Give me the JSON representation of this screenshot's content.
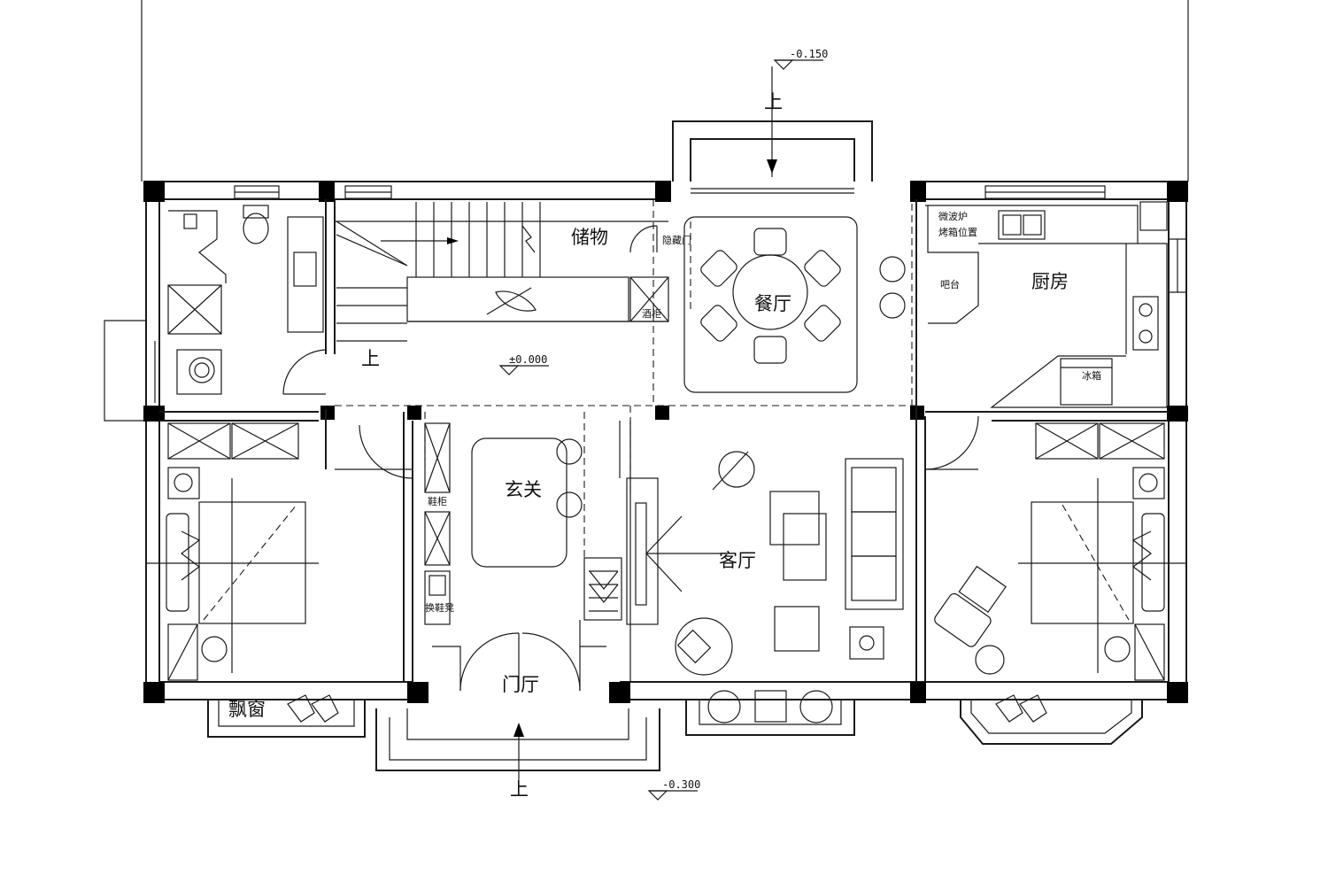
{
  "colors": {
    "line": "#1a1a1a",
    "column": "#000000",
    "background": "#ffffff"
  },
  "rooms": {
    "storage": "储物",
    "hidden_door": "隐藏门",
    "wine_cabinet": "酒柜",
    "dining": "餐厅",
    "microwave": "微波炉",
    "oven": "烤箱位置",
    "bar": "吧台",
    "kitchen": "厨房",
    "fridge": "冰箱",
    "foyer": "玄关",
    "shoe_cabinet": "鞋柜",
    "shoe_stool": "换鞋凳",
    "living": "客厅",
    "entrance_hall": "门厅",
    "bay_window": "飘窗"
  },
  "levels": {
    "top": "-0.150",
    "main": "±0.000",
    "bottom": "-0.300"
  },
  "stair_up": {
    "top": "上",
    "left": "上",
    "bottom": "上"
  }
}
